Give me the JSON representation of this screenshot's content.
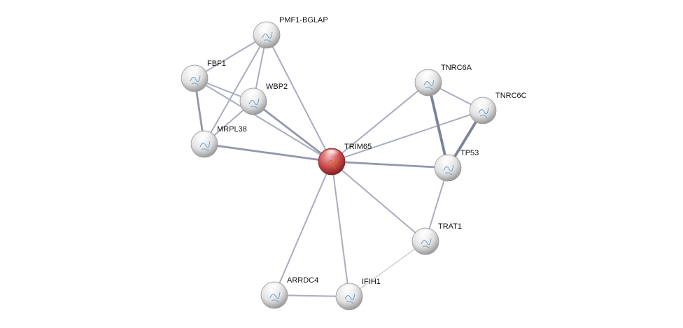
{
  "network": {
    "nodes": [
      {
        "id": "PMF1-BGLAP",
        "label": "PMF1-BGLAP",
        "query": false
      },
      {
        "id": "FBF1",
        "label": "FBF1",
        "query": false
      },
      {
        "id": "WBP2",
        "label": "WBP2",
        "query": false
      },
      {
        "id": "MRPL38",
        "label": "MRPL38",
        "query": false
      },
      {
        "id": "TRIM65",
        "label": "TRIM65",
        "query": true
      },
      {
        "id": "TNRC6A",
        "label": "TNRC6A",
        "query": false
      },
      {
        "id": "TNRC6C",
        "label": "TNRC6C",
        "query": false
      },
      {
        "id": "TP53",
        "label": "TP53",
        "query": false
      },
      {
        "id": "TRAT1",
        "label": "TRAT1",
        "query": false
      },
      {
        "id": "ARRDC4",
        "label": "ARRDC4",
        "query": false
      },
      {
        "id": "IFIH1",
        "label": "IFIH1",
        "query": false
      }
    ],
    "edges": [
      [
        "PMF1-BGLAP",
        "FBF1",
        1
      ],
      [
        "PMF1-BGLAP",
        "WBP2",
        1
      ],
      [
        "PMF1-BGLAP",
        "MRPL38",
        1
      ],
      [
        "PMF1-BGLAP",
        "TRIM65",
        1
      ],
      [
        "FBF1",
        "WBP2",
        1
      ],
      [
        "FBF1",
        "MRPL38",
        2
      ],
      [
        "FBF1",
        "TRIM65",
        1
      ],
      [
        "WBP2",
        "MRPL38",
        1
      ],
      [
        "WBP2",
        "TRIM65",
        2
      ],
      [
        "MRPL38",
        "TRIM65",
        2
      ],
      [
        "TRIM65",
        "TNRC6A",
        1
      ],
      [
        "TRIM65",
        "TNRC6C",
        1
      ],
      [
        "TRIM65",
        "TP53",
        2
      ],
      [
        "TRIM65",
        "TRAT1",
        1
      ],
      [
        "TRIM65",
        "ARRDC4",
        1
      ],
      [
        "TRIM65",
        "IFIH1",
        1
      ],
      [
        "TNRC6A",
        "TNRC6C",
        1
      ],
      [
        "TNRC6A",
        "TP53",
        3
      ],
      [
        "TNRC6C",
        "TP53",
        3
      ],
      [
        "TP53",
        "TRAT1",
        1
      ],
      [
        "TRAT1",
        "IFIH1",
        0
      ],
      [
        "ARRDC4",
        "IFIH1",
        1
      ]
    ],
    "colors": {
      "query_node": "#c0393b",
      "node": "#dcdcdc",
      "edge": "#9ea3b8"
    }
  }
}
